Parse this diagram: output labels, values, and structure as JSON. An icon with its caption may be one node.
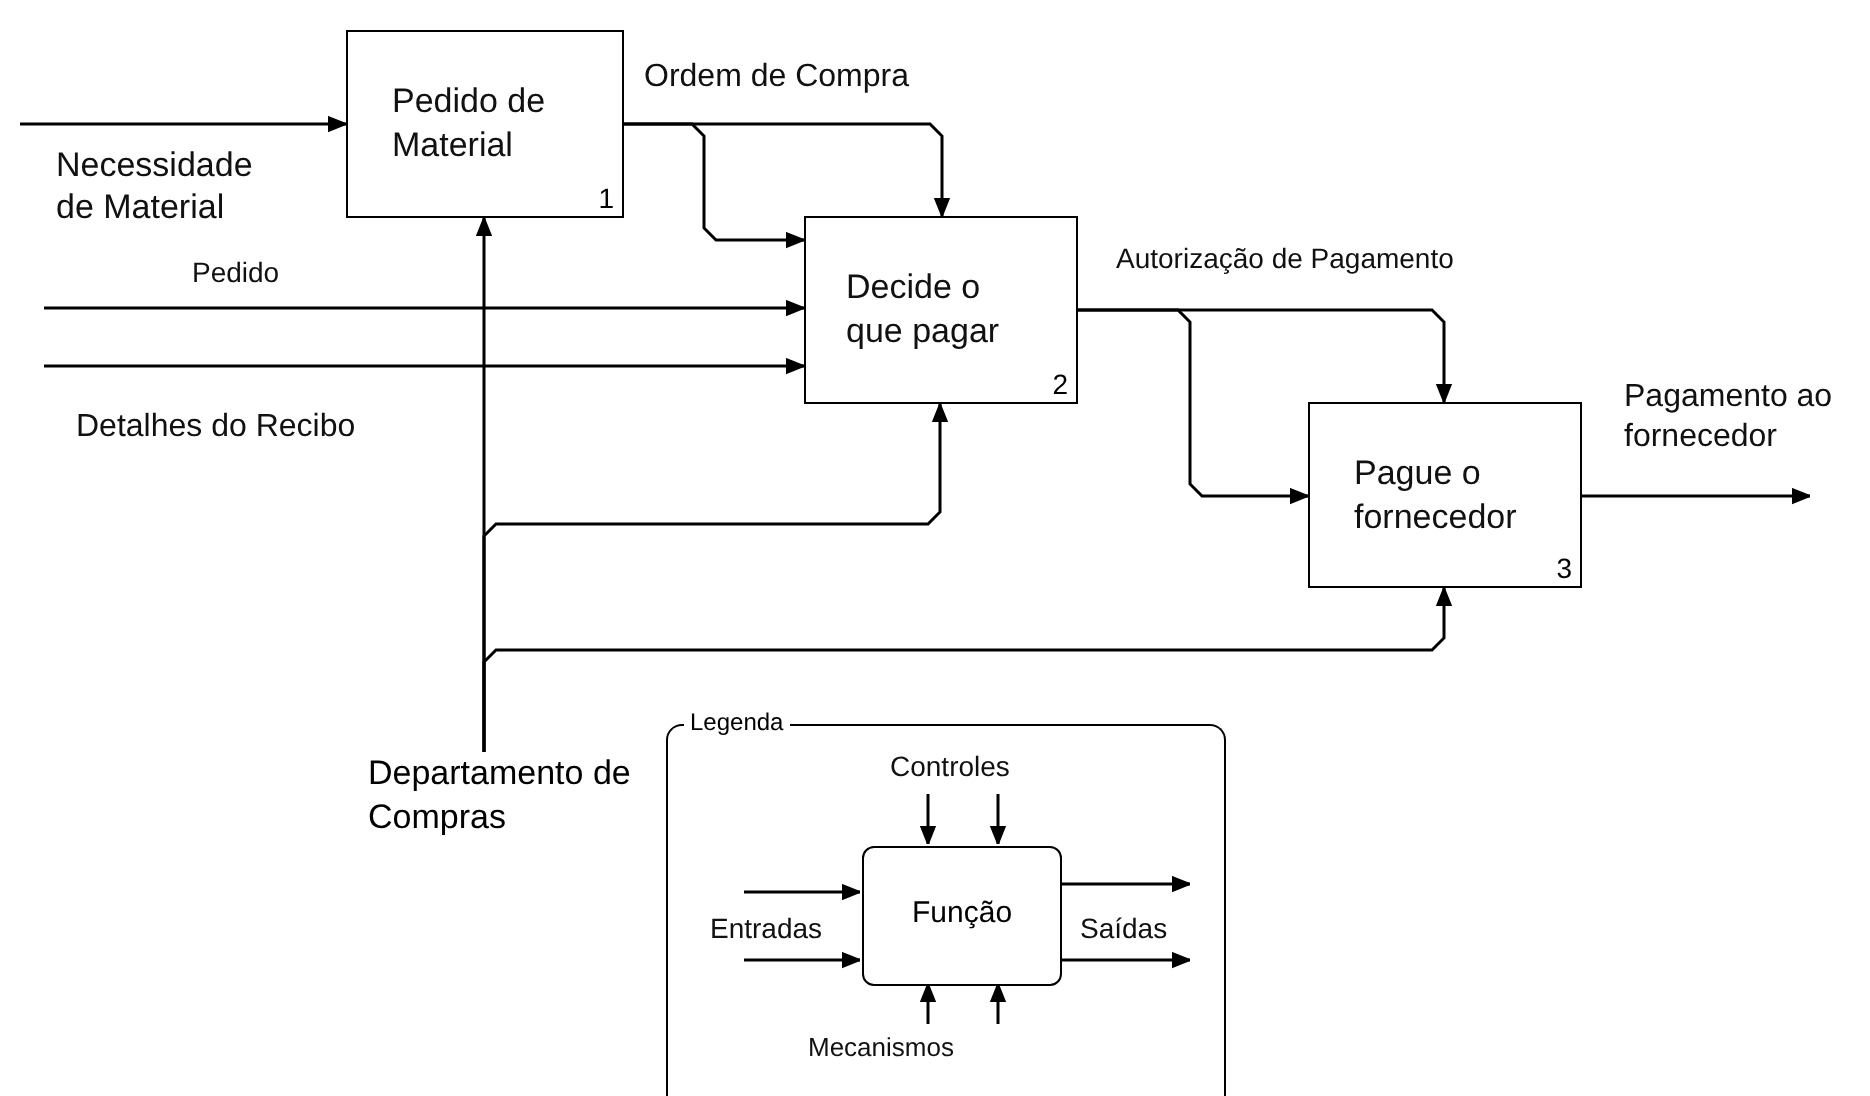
{
  "diagram": {
    "nodes": [
      {
        "text": [
          "Pedido de Material",
          "1"
        ]
      },
      {
        "text": [
          "Decide o que pagar",
          "2"
        ]
      },
      {
        "text": [
          "Pague o fornecedor",
          "3"
        ]
      },
      {
        "text": [
          "Departamento de Compras"
        ]
      },
      {
        "text": [
          "Legenda"
        ]
      },
      {
        "text": [
          "Função"
        ],
        "in": 4
      }
    ],
    "edges": [
      {
        "from": null,
        "to": 0,
        "arrow": "to",
        "label": "Necessidade de Material"
      },
      {
        "from": null,
        "to": 1,
        "arrow": "to",
        "label": "Pedido"
      },
      {
        "from": null,
        "to": 1,
        "arrow": "to",
        "label": "Detalhes do Recibo"
      },
      {
        "from": 0,
        "to": 1,
        "arrow": "to",
        "label": "Ordem de Compra"
      },
      {
        "from": 0,
        "to": 1,
        "arrow": "to"
      },
      {
        "from": 1,
        "to": 2,
        "arrow": "to",
        "label": "Autorização de Pagamento"
      },
      {
        "from": 1,
        "to": 2,
        "arrow": "to"
      },
      {
        "from": 2,
        "to": null,
        "arrow": "to",
        "label": "Pagamento ao fornecedor"
      },
      {
        "from": 3,
        "to": 0,
        "arrow": "to"
      },
      {
        "from": 3,
        "to": 1,
        "arrow": "to"
      },
      {
        "from": 3,
        "to": 2,
        "arrow": "to"
      },
      {
        "from": null,
        "to": 5,
        "arrow": "to",
        "label": "Controles"
      },
      {
        "from": null,
        "to": 5,
        "arrow": "to"
      },
      {
        "from": null,
        "to": 5,
        "arrow": "to",
        "label": "Entradas"
      },
      {
        "from": null,
        "to": 5,
        "arrow": "to"
      },
      {
        "from": 5,
        "to": null,
        "arrow": "to",
        "label": "Saídas"
      },
      {
        "from": 5,
        "to": null,
        "arrow": "to"
      },
      {
        "from": null,
        "to": 5,
        "arrow": "to",
        "label": "Mecanismos"
      },
      {
        "from": null,
        "to": 5,
        "arrow": "to"
      }
    ]
  }
}
